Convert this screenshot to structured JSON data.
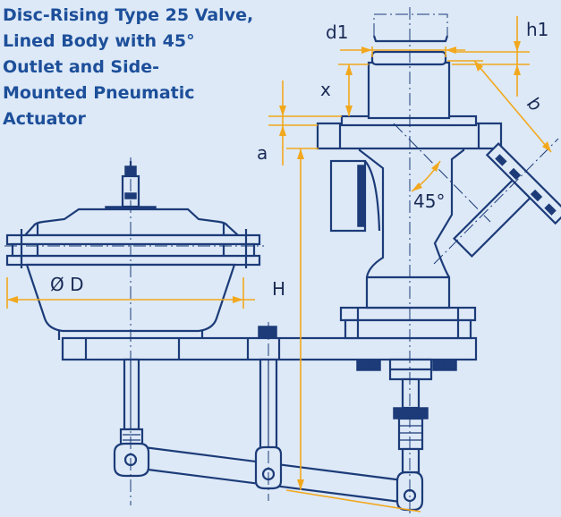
{
  "title_lines": [
    "Disc-Rising Type 25 Valve,",
    "Lined Body with 45°",
    "Outlet and Side-",
    "Mounted Pneumatic",
    "Actuator"
  ],
  "labels": {
    "d1": "d1",
    "h1": "h1",
    "x": "x",
    "b": "b",
    "a": "a",
    "angle": "45°",
    "diameter": "Ø D",
    "height": "H"
  },
  "colors": {
    "background": "#dde9f7",
    "title": "#1d4f9a",
    "line": "#1c3b78",
    "dimension": "#f2a81d"
  }
}
